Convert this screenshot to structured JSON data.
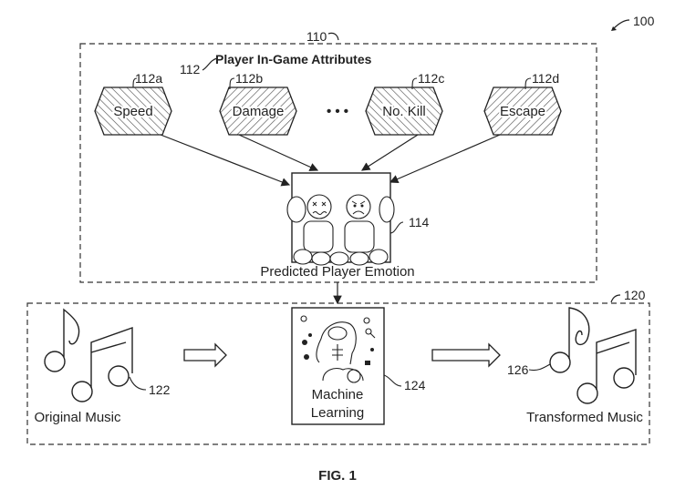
{
  "figure": {
    "ref": "100",
    "caption": "FIG. 1"
  },
  "top_group": {
    "ref": "110",
    "attributes": {
      "ref": "112",
      "title": "Player In-Game Attributes",
      "items": [
        {
          "ref": "112a",
          "label": "Speed"
        },
        {
          "ref": "112b",
          "label": "Damage"
        },
        {
          "ref": "112c",
          "label": "No. Kill"
        },
        {
          "ref": "112d",
          "label": "Escape"
        }
      ],
      "ellipsis": "• • •"
    },
    "emotion": {
      "ref": "114",
      "label": "Predicted Player Emotion"
    }
  },
  "bottom_group": {
    "ref": "120",
    "original": {
      "ref": "122",
      "label": "Original Music"
    },
    "ml": {
      "ref": "124",
      "label_line1": "Machine",
      "label_line2": "Learning"
    },
    "transformed": {
      "ref": "126",
      "label": "Transformed Music"
    }
  }
}
